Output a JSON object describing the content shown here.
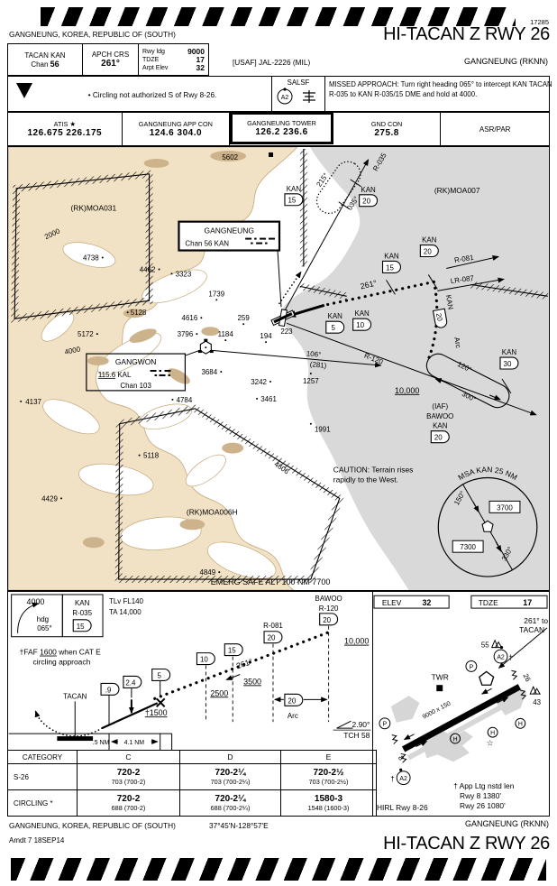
{
  "chart_number": "17285",
  "header": {
    "city": "GANGNEUNG, KOREA, REPUBLIC OF (SOUTH)",
    "procedure": "HI-TACAN Z RWY 26",
    "tacan_line": "TACAN  KAN",
    "chan_label": "Chan",
    "chan": "56",
    "apch_label": "APCH CRS",
    "apch": "261°",
    "rwy_ldg_label": "Rwy ldg",
    "rwy_ldg": "9000",
    "tdze_label": "TDZE",
    "tdze": "17",
    "arpt_elev_label": "Arpt Elev",
    "arpt_elev": "32",
    "usaf": "[USAF] JAL-2226 (MIL)",
    "airport": "GANGNEUNG    (RKNN)"
  },
  "notes": {
    "circling": "• Circling not authorized S of Rwy 8-26.",
    "salsf": "SALSF",
    "a2": "A2",
    "missed": "MISSED APPROACH: Turn right heading 065° to intercept KAN TACAN R-035 to KAN R-035/15 DME and hold at 4000."
  },
  "comms": [
    {
      "name": "ATIS ★",
      "freq": "126.675  226.175"
    },
    {
      "name": "GANGNEUNG APP CON",
      "freq": "124.6  304.0"
    },
    {
      "name": "GANGNEUNG TOWER",
      "freq": "126.2  236.6"
    },
    {
      "name": "GND CON",
      "freq": "275.8"
    },
    {
      "name": "ASR/PAR",
      "freq": ""
    }
  ],
  "plan": {
    "moa031": "(RK)MOA031",
    "moa007": "(RK)MOA007",
    "moa006h": "(RK)MOA006H",
    "c2000": "2000",
    "c4000": "4000",
    "spots": [
      "5602",
      "4738",
      "4462",
      "3323",
      "1739",
      "5128",
      "5172",
      "4616",
      "3796",
      "1184",
      "259",
      "194",
      "223",
      "4137",
      "3684",
      "3242",
      "3461",
      "4784",
      "1257",
      "1991",
      "4429",
      "5118",
      "4606",
      "4849"
    ],
    "kan": "KAN",
    "d5": "5",
    "d10": "10",
    "d15": "15",
    "d20": "20",
    "d30": "30",
    "hold_out": "215°",
    "hold_in": "035°",
    "r035": "R-035",
    "crs": "261°",
    "r081": "R-081",
    "lr087": "LR-087",
    "r120": "R-120",
    "arc": "Arc",
    "alt10000": "10,000",
    "iaf": "(IAF)",
    "bawoo": "BAWOO",
    "brg120": "120°",
    "brg300": "300°",
    "brg106": "106°",
    "brg281": "(281)",
    "box1_name": "GANGNEUNG",
    "box1_chan": "Chan 56  KAN",
    "box2_name": "GANGWON",
    "box2_freq": "115.6",
    "box2_id": " KAL",
    "box2_chan": "Chan 103",
    "caution1": "CAUTION: Terrain rises",
    "caution2": "rapidly to the West.",
    "emerg": "EMERG SAFE ALT 100 NM 7700",
    "msa_title": "MSA  KAN  25 NM",
    "msa150": "150°",
    "msa330": "330°",
    "msa_ne": "3700",
    "msa_sw": "7300"
  },
  "profile": {
    "alt4000": "4000",
    "hdg": "hdg",
    "hdg_v": "065°",
    "kan": "KAN",
    "r035": "R-035",
    "d15": "15",
    "tlv": "TLv FL140",
    "ta": "TA 14,000",
    "bawoo": "BAWOO",
    "r120": "R-120",
    "d20": "20",
    "alt10000": "10,000",
    "faf_pre": "†FAF ",
    "faf_alt": "1600",
    "faf_post": " when CAT E",
    "faf2": "circling approach",
    "tacan": "TACAN",
    "d09": ".9",
    "d24": "2.4",
    "d5": "5",
    "d10": "10",
    "alt1500": "†1500",
    "alt2500": "2500",
    "alt3500": "3500",
    "crs": "261°",
    "r081": "R-081",
    "arc": "Arc",
    "angle": "2.90°",
    "tch": "TCH 58",
    "nm05": ".5 NM",
    "nm41": "4.1 NM"
  },
  "minima": {
    "col_label": "CATEGORY",
    "cols": [
      "C",
      "D",
      "E"
    ],
    "rows": [
      {
        "label": "S-26",
        "cells": [
          {
            "v": "720-2",
            "s": "703 (700-2)"
          },
          {
            "v": "720-2¼",
            "s": "703 (700-2¼)"
          },
          {
            "v": "720-2½",
            "s": "703 (700-2½)"
          }
        ]
      },
      {
        "label": "CIRCLING *",
        "cells": [
          {
            "v": "720-2",
            "s": "688 (700-2)"
          },
          {
            "v": "720-2¼",
            "s": "688 (700-2¼)"
          },
          {
            "v": "1580-3",
            "s": "1548 (1600-3)"
          }
        ]
      }
    ]
  },
  "sketch": {
    "elev_label": "ELEV",
    "elev": "32",
    "tdze_label": "TDZE",
    "tdze": "17",
    "to_tacan1": "261° to",
    "to_tacan2": "TACAN",
    "obs55": "55",
    "obs43": "43",
    "a2": "A2",
    "p": "P",
    "h": "H",
    "twr": "TWR",
    "dagger": "†",
    "star": "☆",
    "rwy_dim": "9000 x 150",
    "rwy26": "26",
    "rwy8": "8",
    "note1": "† App Ltg nstd len",
    "note2": "Rwy 8  1380'",
    "note3": "Rwy 26 1080'",
    "hirl": "HIRL Rwy 8-26"
  },
  "footer": {
    "city": "GANGNEUNG, KOREA, REPUBLIC OF (SOUTH)",
    "coords": "37°45'N-128°57'E",
    "airport": "GANGNEUNG    (RKNN)",
    "amdt": "Amdt 7  18SEP14",
    "procedure": "HI-TACAN Z RWY 26"
  }
}
